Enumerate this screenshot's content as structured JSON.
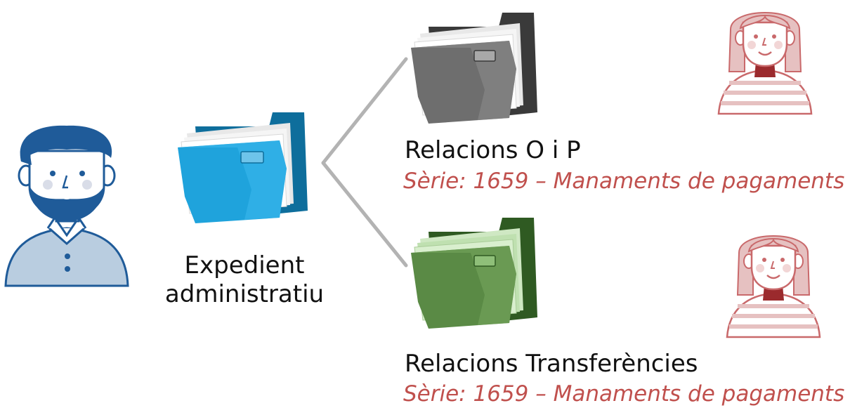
{
  "source": {
    "title_line1": "Expedient",
    "title_line2": "administratiu",
    "folder_color": "#1fa3dc",
    "person_icon": "man-avatar-icon",
    "person_color": "#1f5b99"
  },
  "targets": [
    {
      "title": "Relacions O i P",
      "serie": "Sèrie: 1659 – Manaments de pagaments",
      "folder_color": "#6e6e6e",
      "person_icon": "woman-avatar-icon"
    },
    {
      "title": "Relacions Transferències",
      "serie": "Sèrie: 1659 – Manaments de pagaments",
      "folder_color": "#5a8a45",
      "person_icon": "woman-avatar-icon"
    }
  ],
  "colors": {
    "serie_text": "#c0504d",
    "connector": "#b3b3b3",
    "woman_accent": "#c9696b"
  }
}
